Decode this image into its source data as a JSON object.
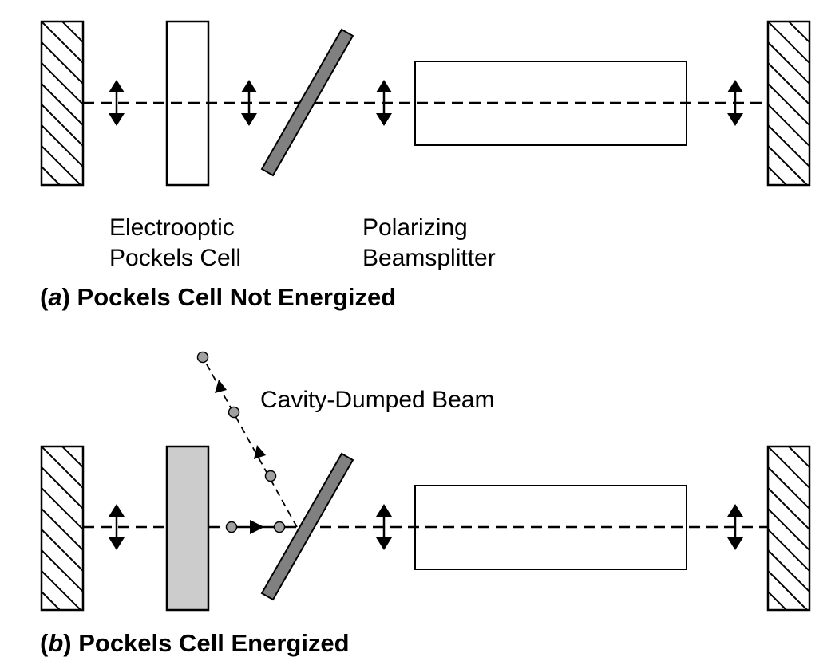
{
  "panel_a": {
    "pockels_label_line1": "Electrooptic",
    "pockels_label_line2": "Pockels Cell",
    "splitter_label_line1": "Polarizing",
    "splitter_label_line2": "Beamsplitter",
    "caption_letter": "a",
    "caption_text": "Pockels Cell Not Energized"
  },
  "panel_b": {
    "dumped_beam_label": "Cavity-Dumped Beam",
    "caption_letter": "b",
    "caption_text": "Pockels Cell Energized"
  },
  "colors": {
    "stroke": "#000000",
    "beamsplitter_fill": "#808080",
    "energized_cell_fill": "#cccccc",
    "circle_fill": "#a0a0a0"
  }
}
